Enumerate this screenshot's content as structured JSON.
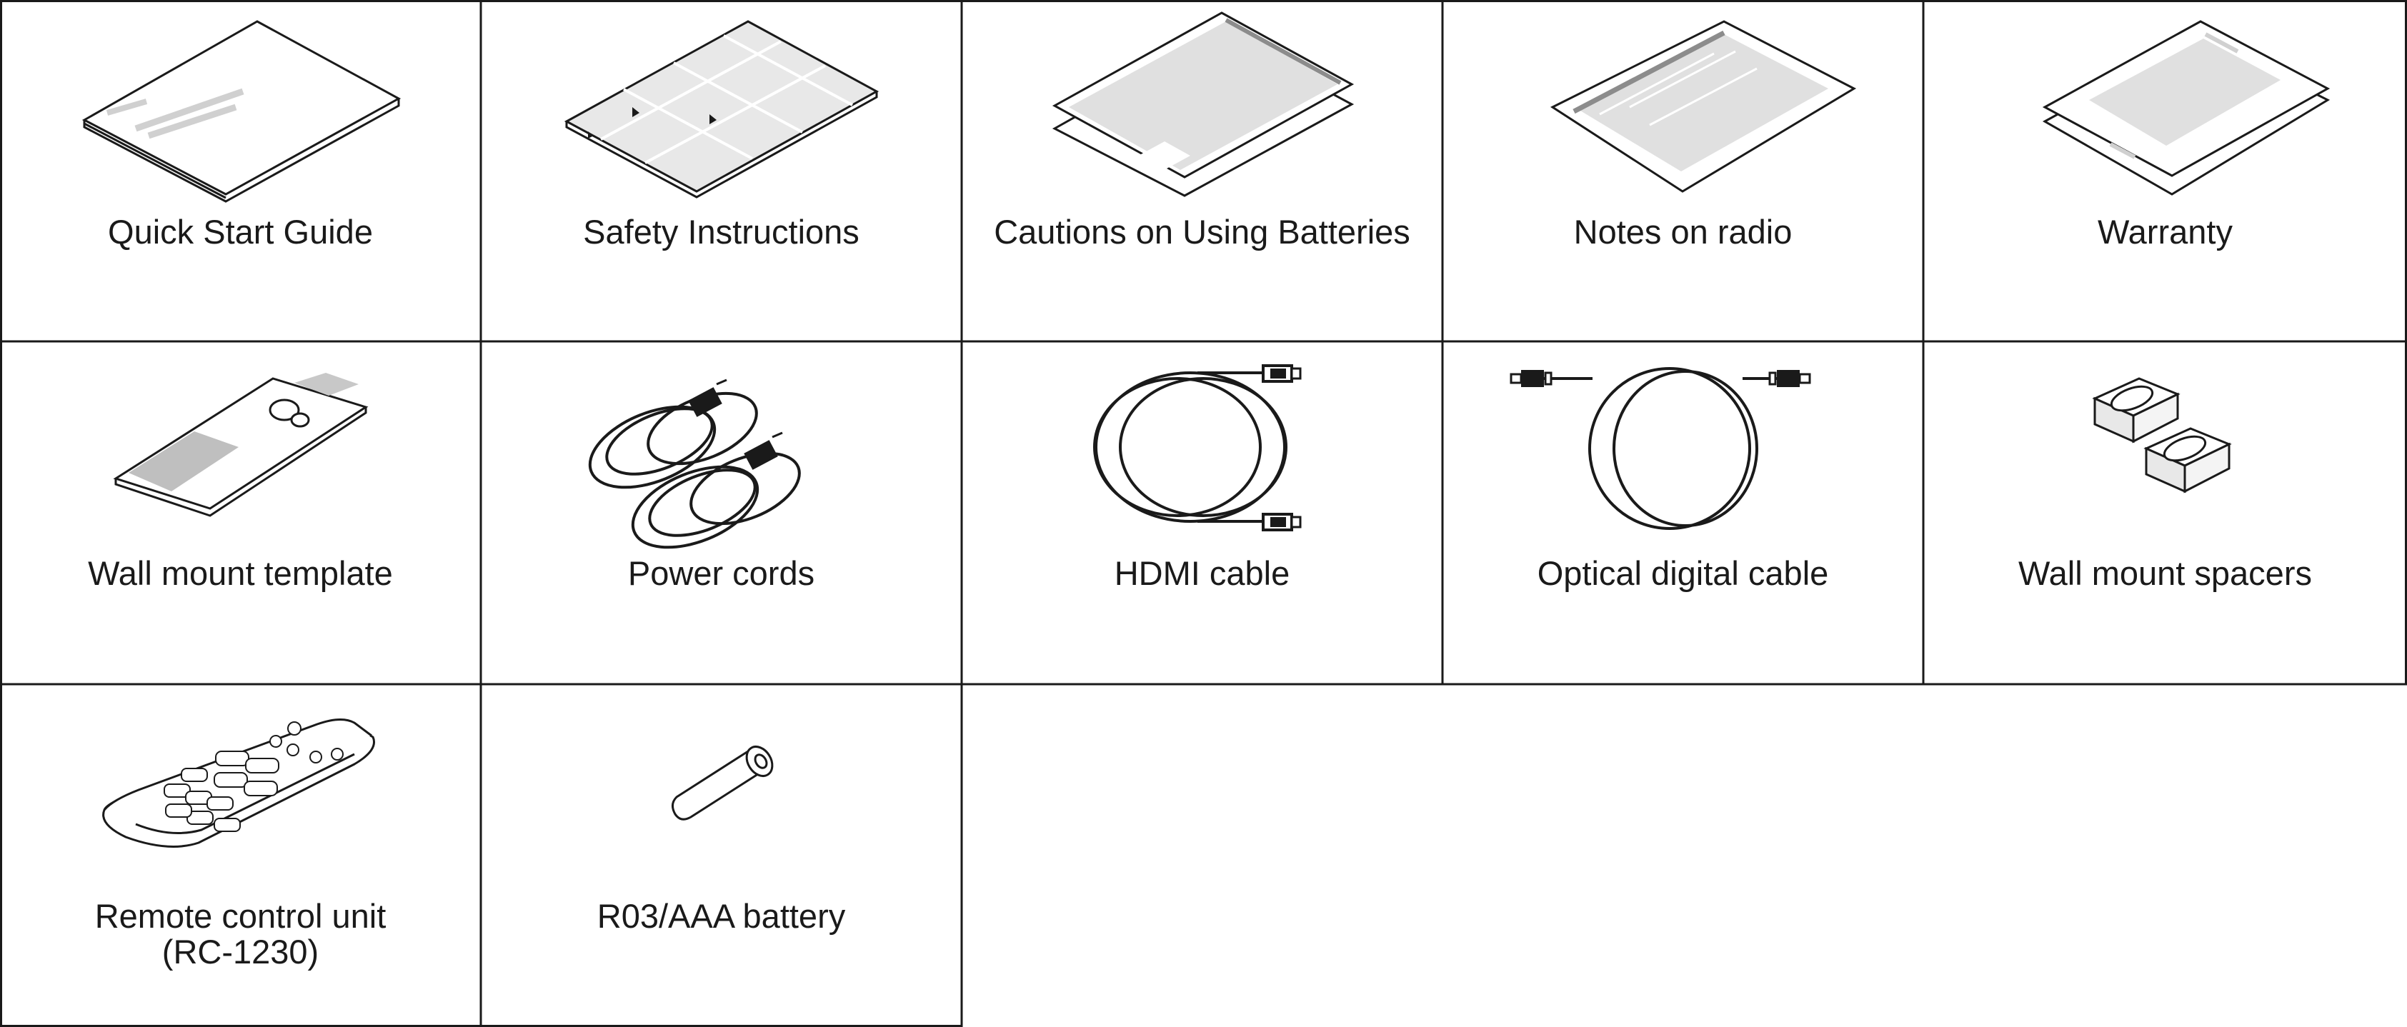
{
  "items": [
    {
      "label": "Quick Start Guide"
    },
    {
      "label": "Safety Instructions"
    },
    {
      "label": "Cautions on Using Batteries"
    },
    {
      "label": "Notes on radio"
    },
    {
      "label": "Warranty"
    },
    {
      "label": "Wall mount template"
    },
    {
      "label": "Power cords"
    },
    {
      "label": "HDMI cable"
    },
    {
      "label": "Optical digital cable"
    },
    {
      "label": "Wall mount spacers"
    },
    {
      "label": "Remote control unit",
      "sublabel": "(RC-1230)"
    },
    {
      "label": "R03/AAA battery"
    }
  ],
  "colors": {
    "line": "#1a1a1a",
    "fill_gray": "#d9d9d9",
    "dark_gray": "#8c8c8c"
  }
}
